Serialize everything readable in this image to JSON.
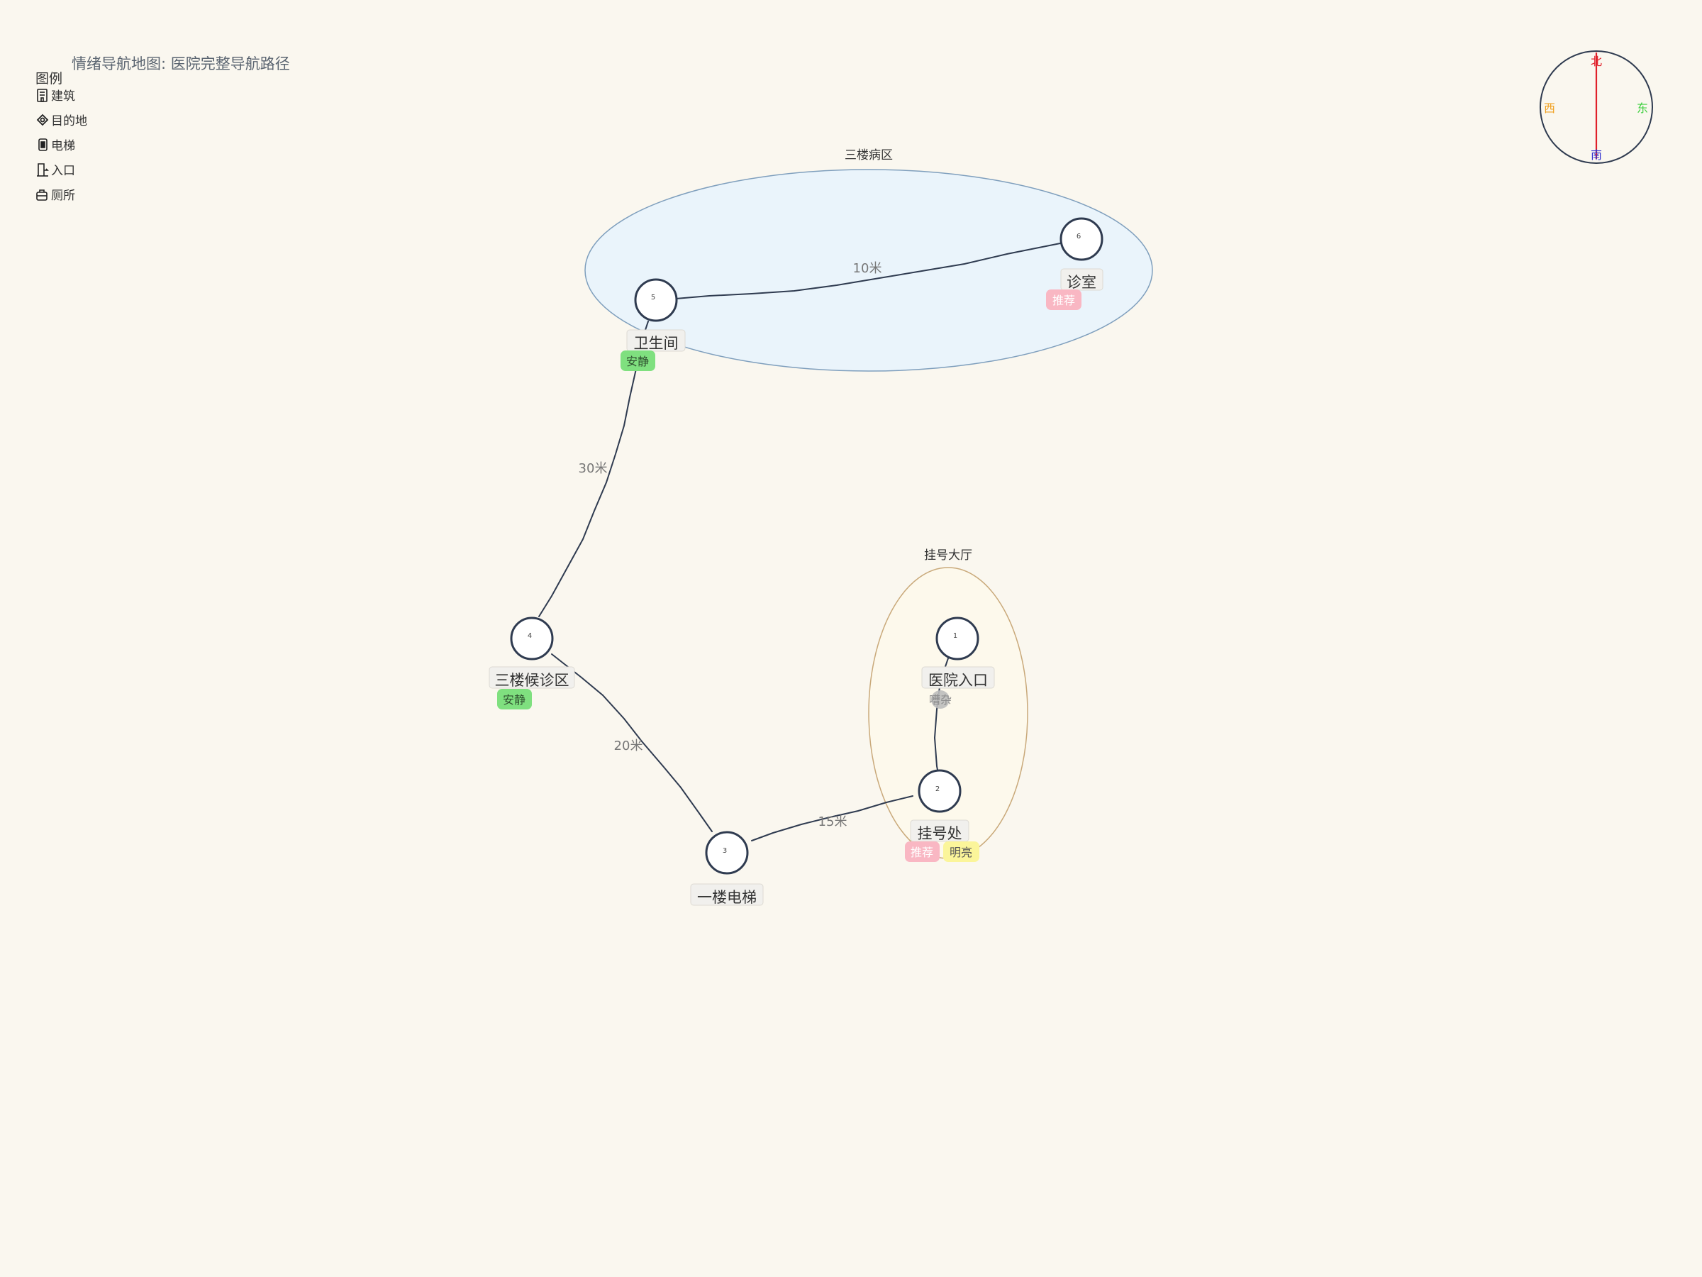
{
  "title": "情绪导航地图: 医院完整导航路径",
  "legend": {
    "title": "图例",
    "items": [
      {
        "icon": "building-icon",
        "label": "建筑"
      },
      {
        "icon": "destination-icon",
        "label": "目的地"
      },
      {
        "icon": "elevator-icon",
        "label": "电梯"
      },
      {
        "icon": "entrance-icon",
        "label": "入口"
      },
      {
        "icon": "restroom-icon",
        "label": "厕所"
      }
    ]
  },
  "compass": {
    "north": "北",
    "south": "南",
    "west": "西",
    "east": "东"
  },
  "areas": [
    {
      "id": "ward",
      "label": "三楼病区",
      "fill": "#eaf4fb",
      "stroke": "#7f9fbd"
    },
    {
      "id": "hall",
      "label": "挂号大厅",
      "fill": "#fdf9ec",
      "stroke": "#c9a97a"
    }
  ],
  "nodes": [
    {
      "num": "1",
      "name": "医院入口",
      "tags": []
    },
    {
      "num": "2",
      "name": "挂号处",
      "tags": [
        {
          "text": "推荐",
          "style": "pink"
        },
        {
          "text": "明亮",
          "style": "yellow"
        }
      ]
    },
    {
      "num": "3",
      "name": "一楼电梯",
      "tags": []
    },
    {
      "num": "4",
      "name": "三楼候诊区",
      "tags": [
        {
          "text": "安静",
          "style": "green"
        }
      ]
    },
    {
      "num": "5",
      "name": "卫生间",
      "tags": [
        {
          "text": "安静",
          "style": "green"
        }
      ]
    },
    {
      "num": "6",
      "name": "诊室",
      "tags": [
        {
          "text": "推荐",
          "style": "pink"
        }
      ]
    }
  ],
  "edges": [
    {
      "from": "1",
      "to": "2",
      "distance": "",
      "badge": "嘈杂"
    },
    {
      "from": "2",
      "to": "3",
      "distance": "15米"
    },
    {
      "from": "3",
      "to": "4",
      "distance": "20米"
    },
    {
      "from": "4",
      "to": "5",
      "distance": "30米"
    },
    {
      "from": "5",
      "to": "6",
      "distance": "10米"
    }
  ],
  "tag_colors": {
    "pink": {
      "bg": "#f9b7c3",
      "fg": "#ffffff"
    },
    "yellow": {
      "bg": "#fbf59a",
      "fg": "#555555"
    },
    "green": {
      "bg": "#7fe07f",
      "fg": "#2f4f2f"
    },
    "gray": {
      "bg": "#bdbdbd",
      "fg": "#999999"
    }
  },
  "colors": {
    "background": "#faf7ef",
    "node_stroke": "#2f3b50",
    "path": "#2f3b50"
  }
}
